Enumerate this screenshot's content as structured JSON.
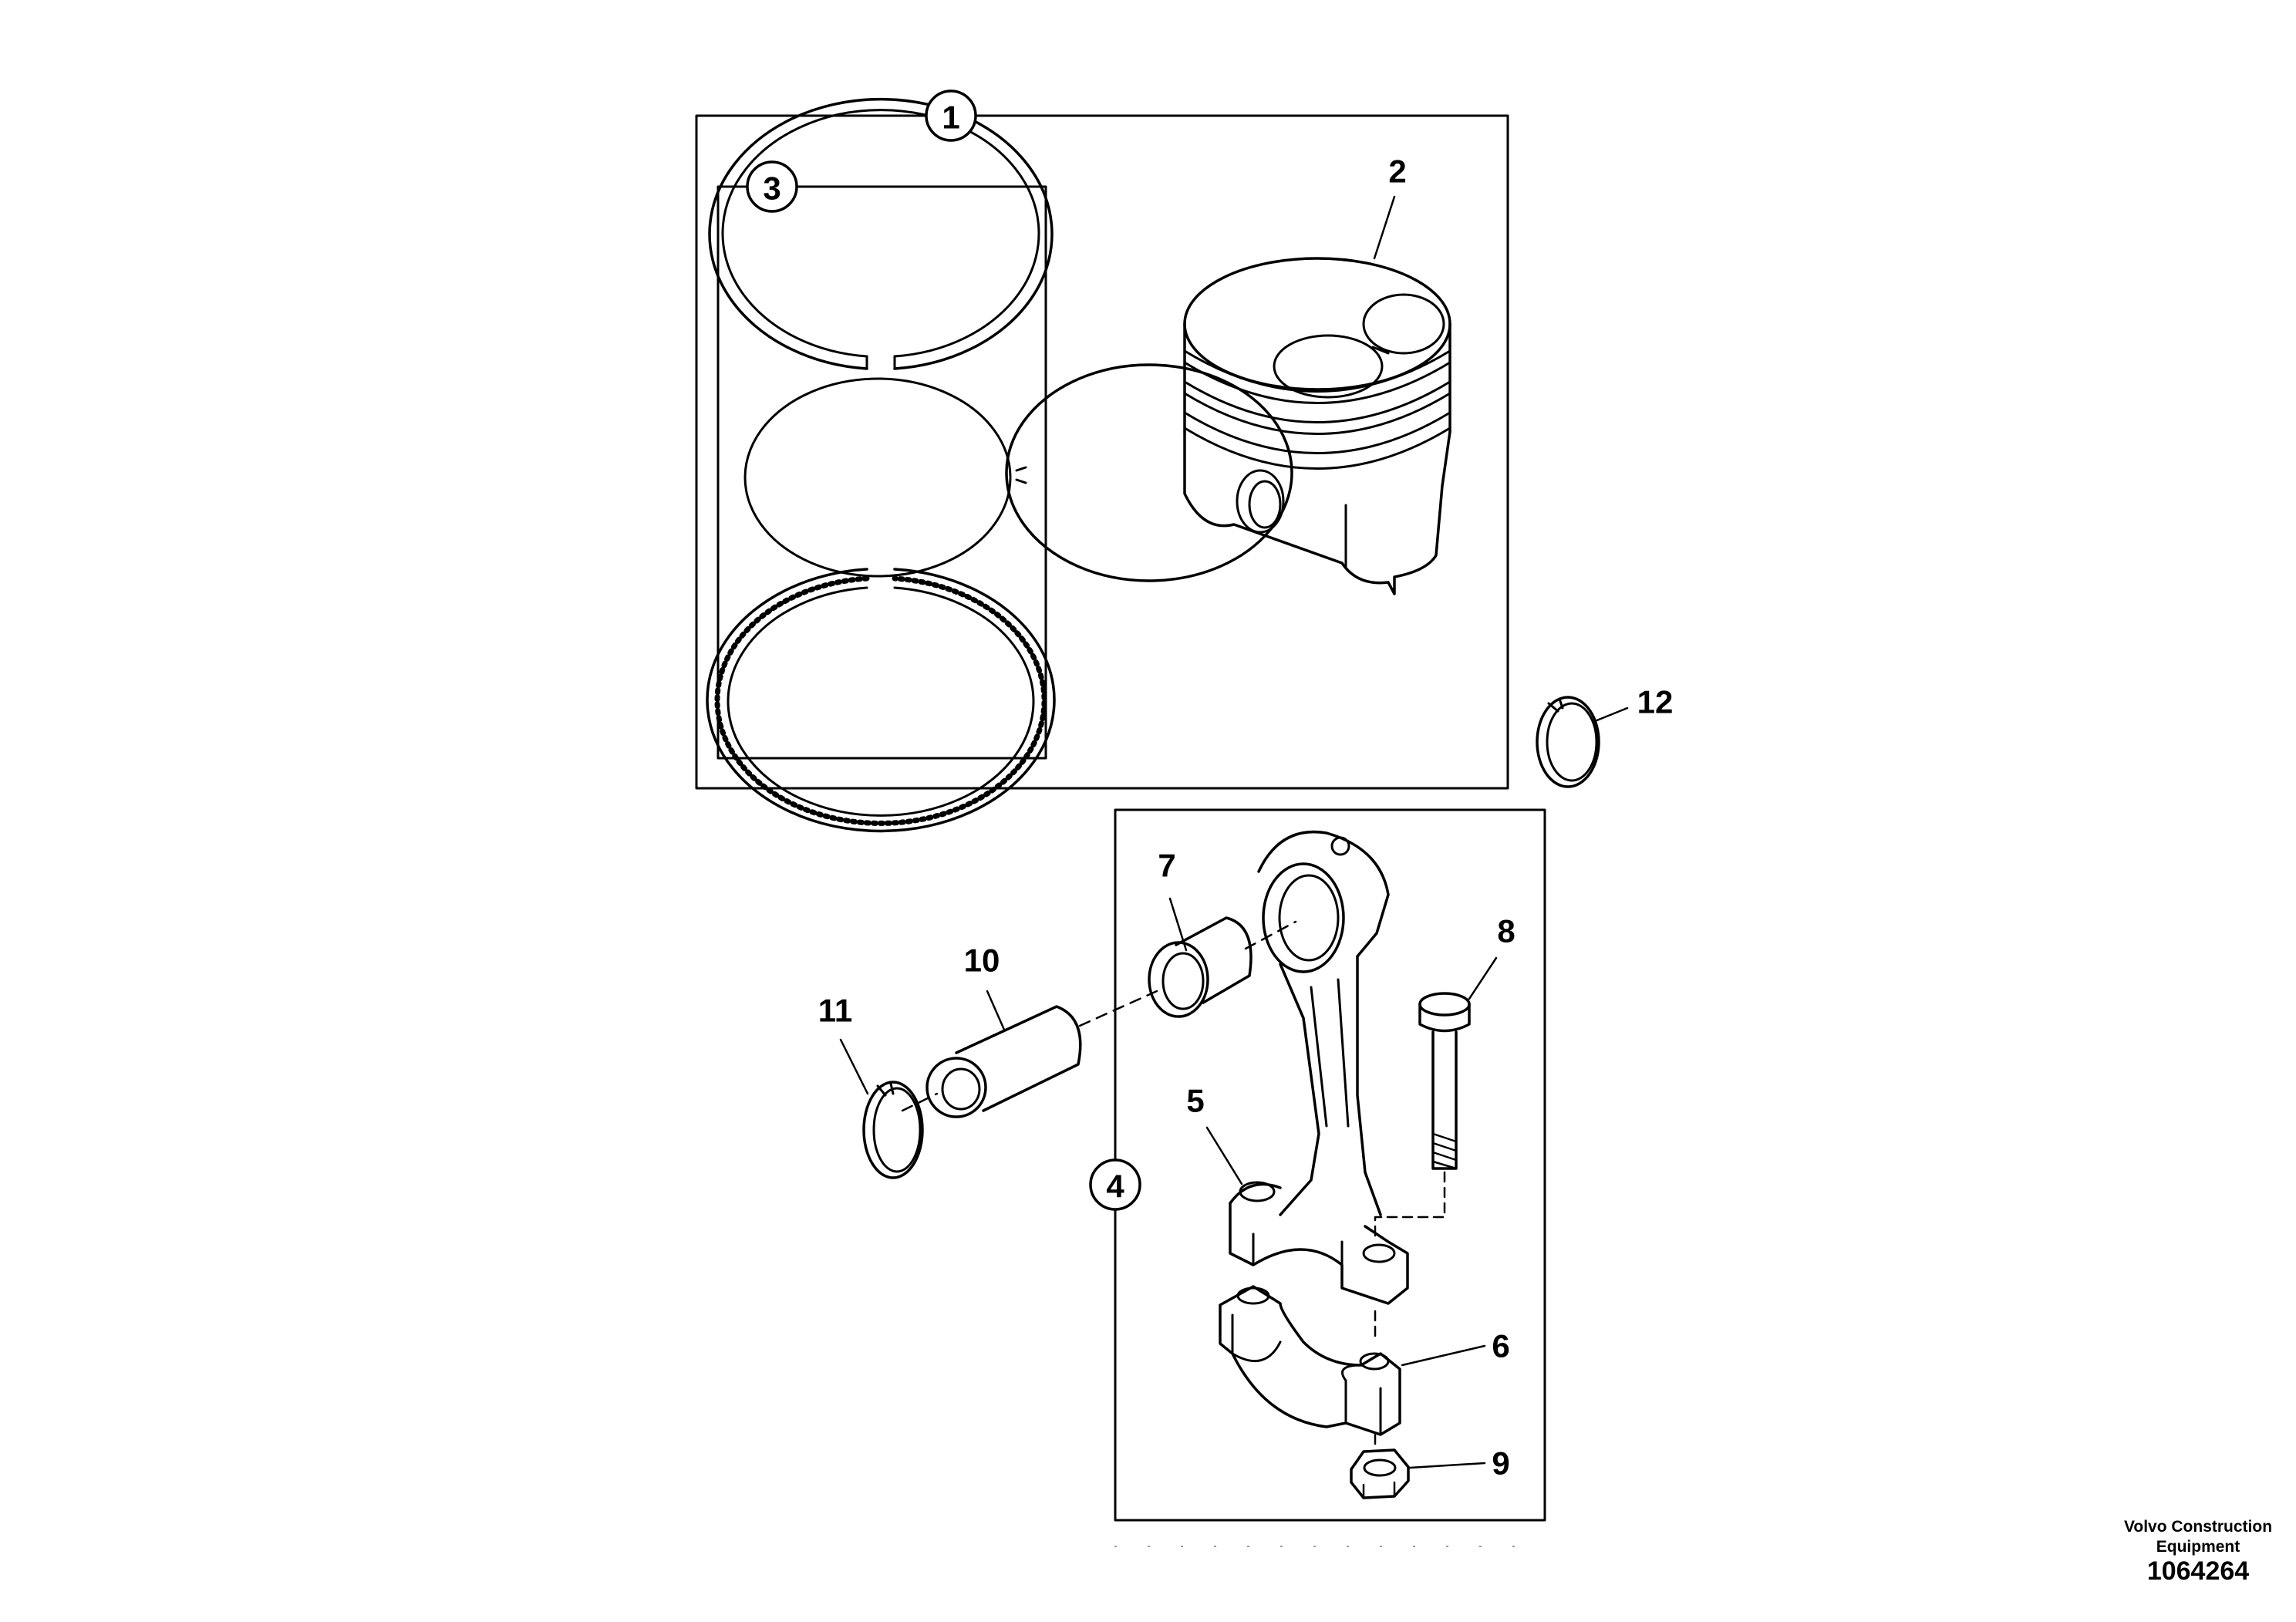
{
  "callouts": {
    "c1": "1",
    "c2": "2",
    "c3": "3",
    "c4": "4",
    "c5": "5",
    "c6": "6",
    "c7": "7",
    "c8": "8",
    "c9": "9",
    "c10": "10",
    "c11": "11",
    "c12": "12"
  },
  "footer": {
    "brand_line1": "Volvo Construction",
    "brand_line2": "Equipment",
    "doc_number": "1064264"
  }
}
